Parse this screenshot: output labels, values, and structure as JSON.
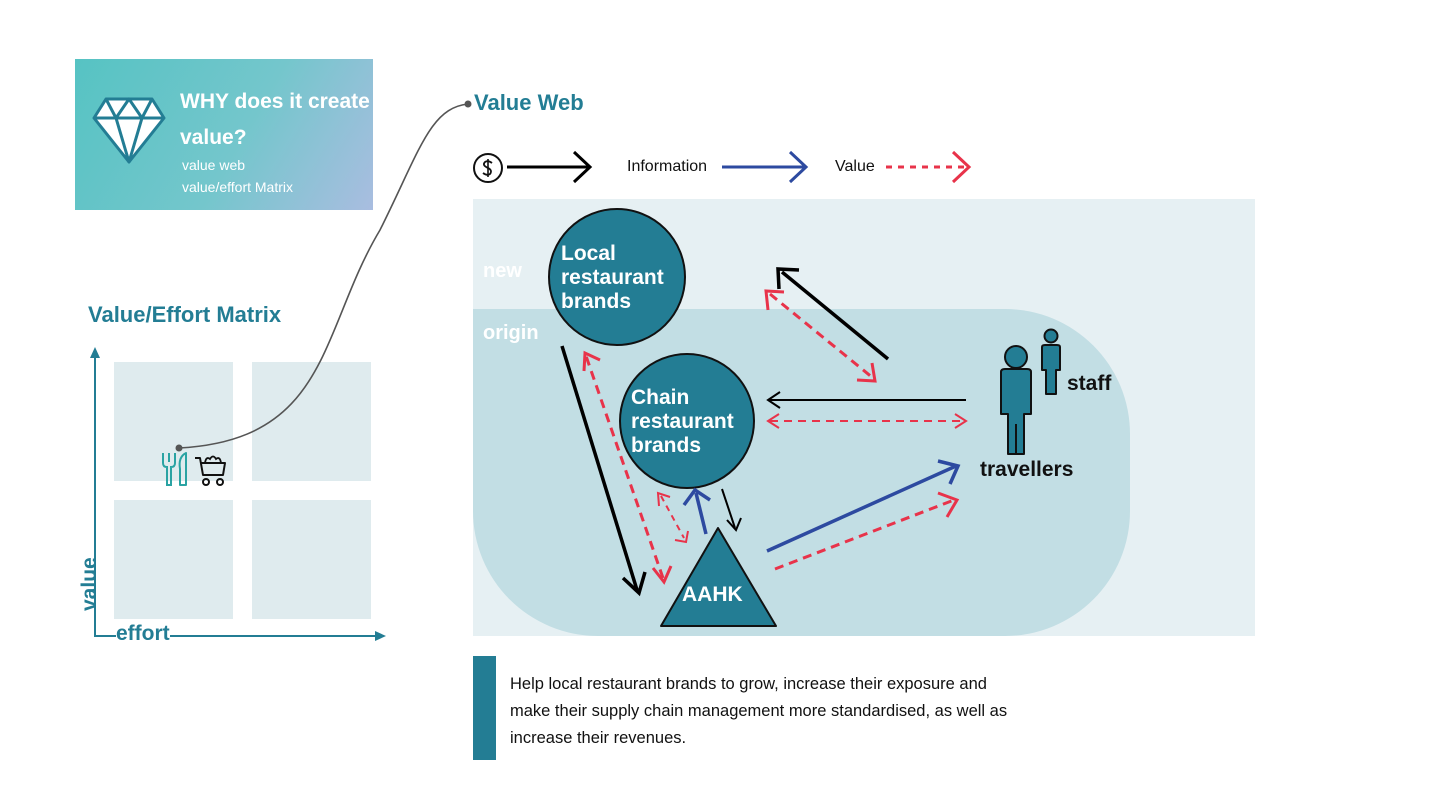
{
  "why_card": {
    "title": "WHY does it create value?",
    "items": [
      "value web",
      "value/effort Matrix"
    ],
    "icon": "diamond-icon"
  },
  "matrix": {
    "title": "Value/Effort Matrix",
    "y_axis_label": "value",
    "x_axis_label": "effort",
    "marker_icons": [
      "fork-knife-icon",
      "shopping-cart-icon"
    ]
  },
  "value_web": {
    "title": "Value Web",
    "legend": {
      "money_icon": "dollar-icon",
      "information_label": "Information",
      "value_label": "Value"
    },
    "zones": {
      "new": "new",
      "origin": "origin"
    },
    "nodes": {
      "local": "Local restaurant brands",
      "chain": "Chain restaurant brands",
      "aahk": "AAHK"
    },
    "actors": {
      "staff": "staff",
      "travellers": "travellers"
    }
  },
  "note": "Help local restaurant brands to grow, increase their exposure and make their supply chain management more standardised, as well as increase their revenues.",
  "colors": {
    "teal": "#237d94",
    "money": "#000000",
    "information": "#2d4aa0",
    "value": "#e8334a",
    "light_bg": "#e6f0f3",
    "origin_bg": "#c2dee4"
  }
}
